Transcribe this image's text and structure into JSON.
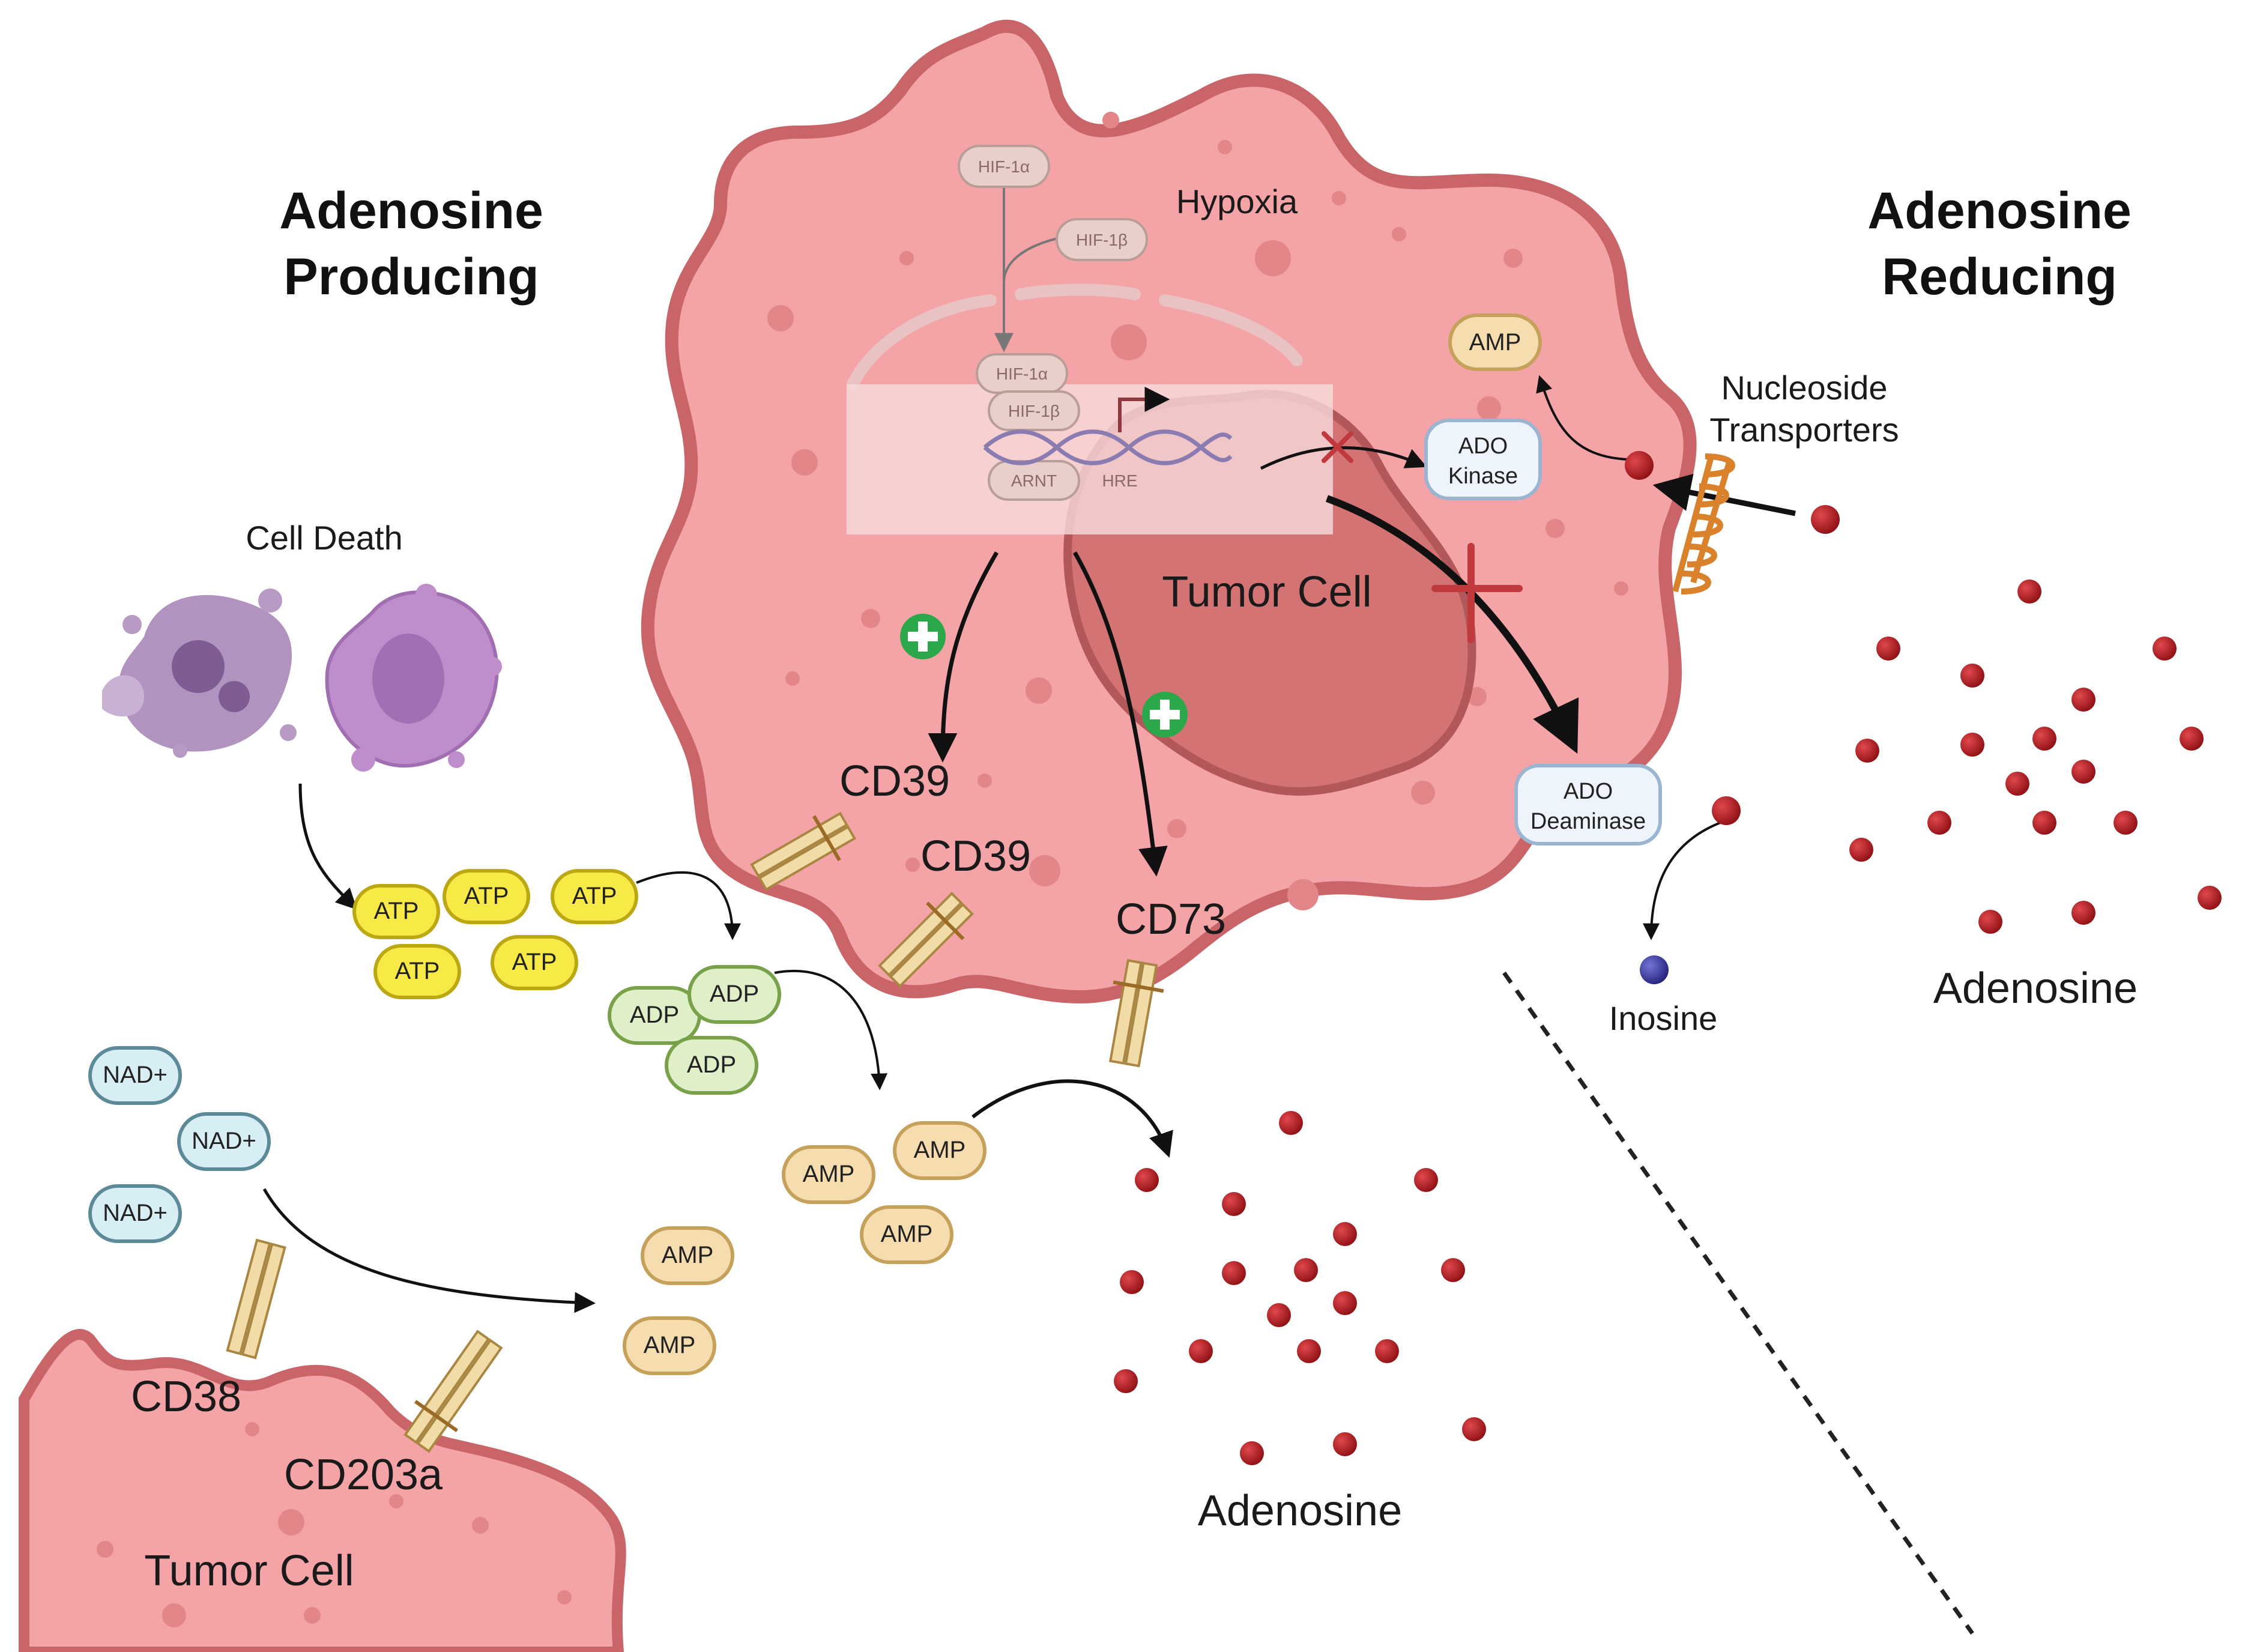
{
  "headings": {
    "producing_line1": "Adenosine",
    "producing_line2": "Producing",
    "reducing_line1": "Adenosine",
    "reducing_line2": "Reducing"
  },
  "labels": {
    "hypoxia": "Hypoxia",
    "tumor_cell_main": "Tumor Cell",
    "tumor_cell_lower": "Tumor Cell",
    "cell_death": "Cell Death",
    "cd39_a": "CD39",
    "cd39_b": "CD39",
    "cd73": "CD73",
    "cd38": "CD38",
    "cd203a": "CD203a",
    "adenosine_center": "Adenosine",
    "adenosine_right": "Adenosine",
    "inosine": "Inosine",
    "nucleoside_line1": "Nucleoside",
    "nucleoside_line2": "Transporters",
    "hre": "HRE"
  },
  "molecules": {
    "atp": "ATP",
    "adp": "ADP",
    "amp": "AMP",
    "nad": "NAD+"
  },
  "hif": {
    "hif1a": "HIF-1α",
    "hif1b": "HIF-1β",
    "arnt": "ARNT"
  },
  "enzymes": {
    "ado_kinase_line1": "ADO",
    "ado_kinase_line2": "Kinase",
    "ado_deaminase_line1": "ADO",
    "ado_deaminase_line2": "Deaminase"
  },
  "colors": {
    "cell_fill": "#f4a3a6",
    "cell_edge": "#c96468",
    "nucleus_fill": "#d47374",
    "atp": "#f7ea46",
    "adp": "#dfefc7",
    "amp": "#f6ddb0",
    "nad": "#d8eef5",
    "adenosine": "#a9171b",
    "inosine": "#3a3a9a",
    "plus": "#2aa84a",
    "block": "#c0393d"
  }
}
